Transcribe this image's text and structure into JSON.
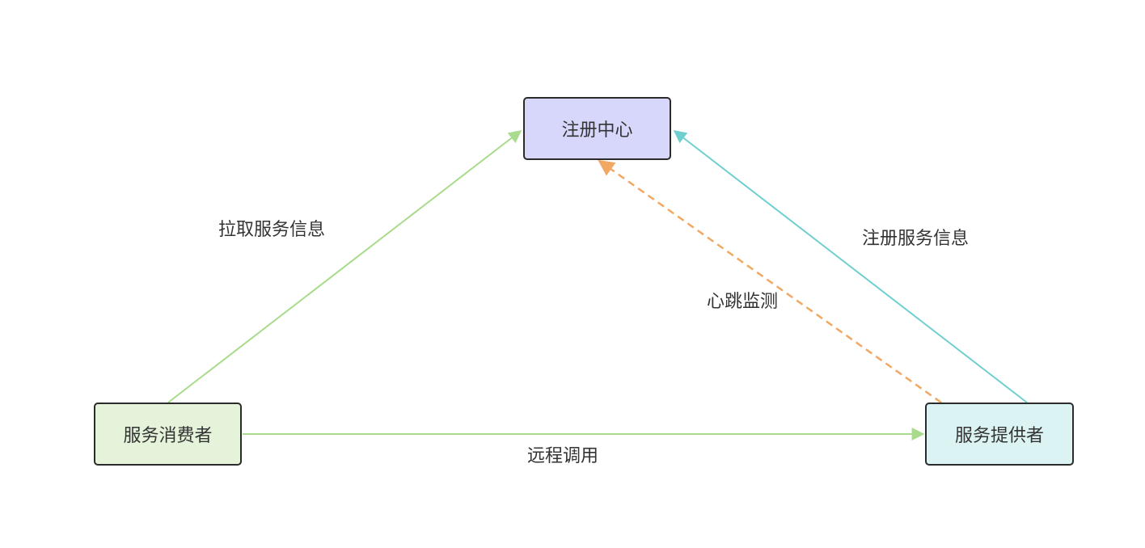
{
  "nodes": {
    "registry": {
      "label": "注册中心",
      "fill": "#d6d7fb"
    },
    "consumer": {
      "label": "服务消费者",
      "fill": "#e4f3da"
    },
    "provider": {
      "label": "服务提供者",
      "fill": "#dcf3f3"
    }
  },
  "edges": {
    "pull": {
      "label": "拉取服务信息",
      "color": "#a8dc8c",
      "style": "solid"
    },
    "register": {
      "label": "注册服务信息",
      "color": "#6fcfcf",
      "style": "solid"
    },
    "heartbeat": {
      "label": "心跳监测",
      "color": "#f0a862",
      "style": "dashed"
    },
    "rpc": {
      "label": "远程调用",
      "color": "#a8dc8c",
      "style": "solid"
    }
  }
}
